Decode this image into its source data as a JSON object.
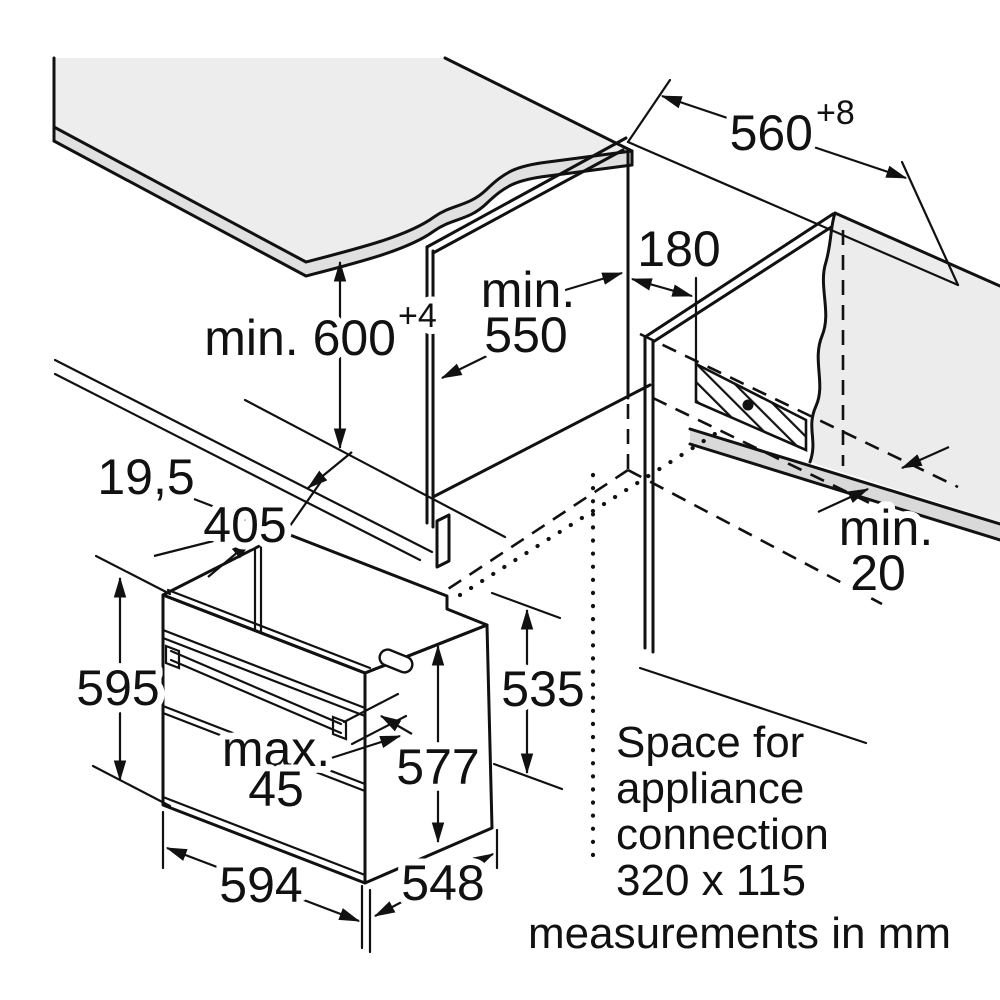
{
  "diagram": {
    "title": "oven-built-in-installation-drawing",
    "dims": {
      "niche_width": {
        "v": "560",
        "sup": "+8"
      },
      "worktop_height": {
        "v": "min. 600",
        "sup": "+4"
      },
      "niche_depth": {
        "l1": "min.",
        "l2": "550"
      },
      "recess_width": "180",
      "rear_gap": {
        "l1": "min.",
        "l2": "20"
      },
      "panel_thickness": "19,5",
      "top_depth": "405",
      "oven_height": "595",
      "handle_depth": {
        "l1": "max.",
        "l2": "45"
      },
      "body_height": "577",
      "rear_height": "535",
      "oven_width": "594",
      "oven_depth": "548"
    },
    "notes": {
      "connection_lines": [
        "Space for",
        "appliance",
        "connection",
        "320 x 115"
      ],
      "units": "measurements in mm"
    },
    "colors": {
      "line": "#111111",
      "surface": "#ededed",
      "surface_edge": "#e0e0e0",
      "wall": "#ececec",
      "skirting": "#d9d9d9"
    }
  }
}
